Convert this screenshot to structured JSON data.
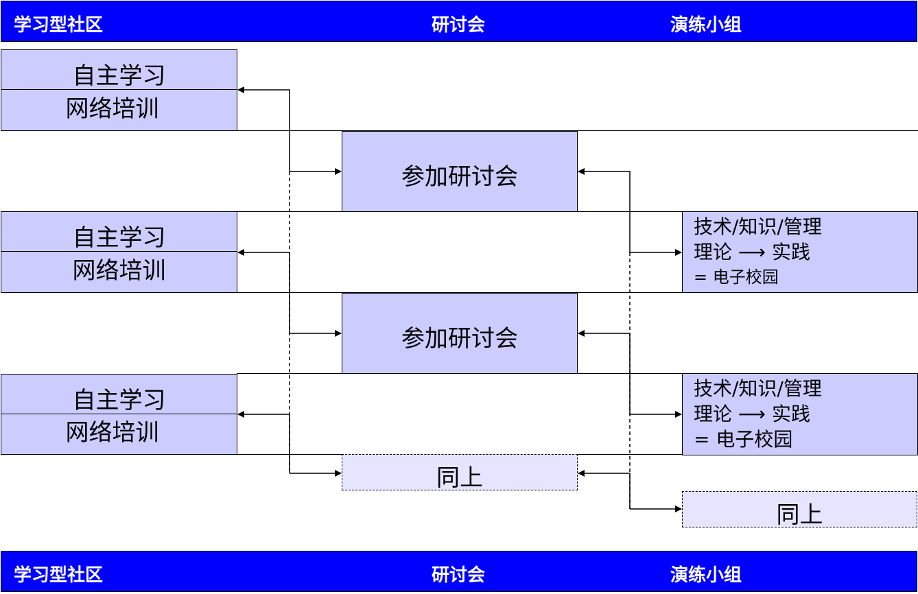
{
  "header": {
    "col1": "学习型社区",
    "col2": "研讨会",
    "col3": "演练小组"
  },
  "footer": {
    "col1": "学习型社区",
    "col2": "研讨会",
    "col3": "演练小组"
  },
  "rows": [
    {
      "left_top": "自主学习",
      "left_bottom": "网络培训",
      "middle": "参加研讨会",
      "right_line1": "技术/知识/管理",
      "right_line2": "理论 ⟶ 实践",
      "right_line3": "= 电子校园"
    },
    {
      "left_top": "自主学习",
      "left_bottom": "网络培训",
      "middle": "参加研讨会",
      "right_line1": "技术/知识/管理",
      "right_line2": "理论 ⟶ 实践",
      "right_line3": "= 电子校园"
    },
    {
      "left_top": "自主学习",
      "left_bottom": "网络培训"
    }
  ],
  "placeholder_middle": "同上",
  "placeholder_right": "同上",
  "colors": {
    "header_bg": "#0000ff",
    "box_fill": "#ccccff",
    "dashed_fill": "#e5e5ff"
  }
}
